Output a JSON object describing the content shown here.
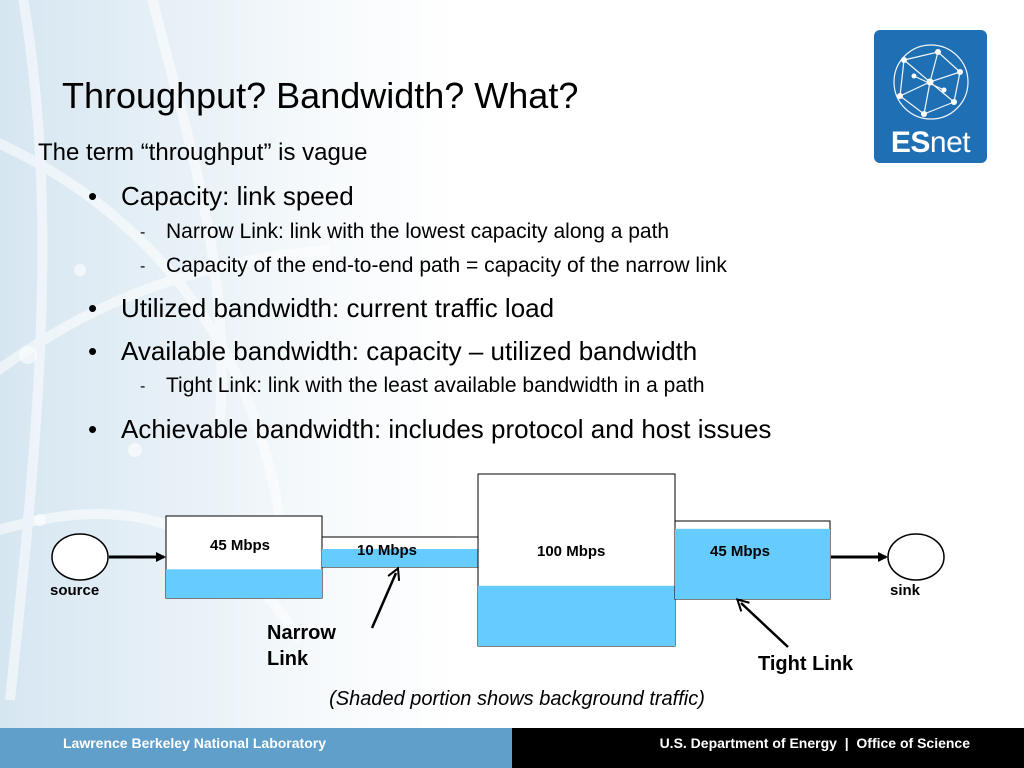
{
  "slide": {
    "title": "Throughput?  Bandwidth?  What?",
    "intro": "The term “throughput” is vague",
    "bullets": [
      {
        "text": "Capacity: link speed",
        "subs": [
          "Narrow Link: link with the lowest capacity along a path",
          "Capacity of the end-to-end path = capacity of the narrow link"
        ]
      },
      {
        "text": "Utilized bandwidth: current traffic load",
        "subs": []
      },
      {
        "text": "Available bandwidth: capacity – utilized bandwidth",
        "subs": [
          "Tight Link: link with the least available bandwidth in a path"
        ]
      },
      {
        "text": "Achievable bandwidth: includes protocol and host issues",
        "subs": []
      }
    ],
    "bullet_symbol": "•",
    "sub_symbol": "-"
  },
  "logo": {
    "text_bold": "ES",
    "text_light": "net",
    "color": "#1f6fb5"
  },
  "diagram": {
    "source_label": "source",
    "sink_label": "sink",
    "links": [
      {
        "label": "45 Mbps",
        "capacity": 45,
        "background_fraction": 0.35
      },
      {
        "label": "10 Mbps",
        "capacity": 10,
        "background_fraction": 0.6
      },
      {
        "label": "100 Mbps",
        "capacity": 100,
        "background_fraction": 0.35
      },
      {
        "label": "45 Mbps",
        "capacity": 45,
        "background_fraction": 0.9
      }
    ],
    "narrow_link_label_line1": "Narrow",
    "narrow_link_label_line2": "Link",
    "tight_link_label": "Tight Link",
    "caption": "(Shaded portion shows background traffic)",
    "shade_color": "#66ccff"
  },
  "footer": {
    "left": "Lawrence Berkeley National Laboratory",
    "right": "U.S. Department of Energy  |  Office of Science"
  }
}
